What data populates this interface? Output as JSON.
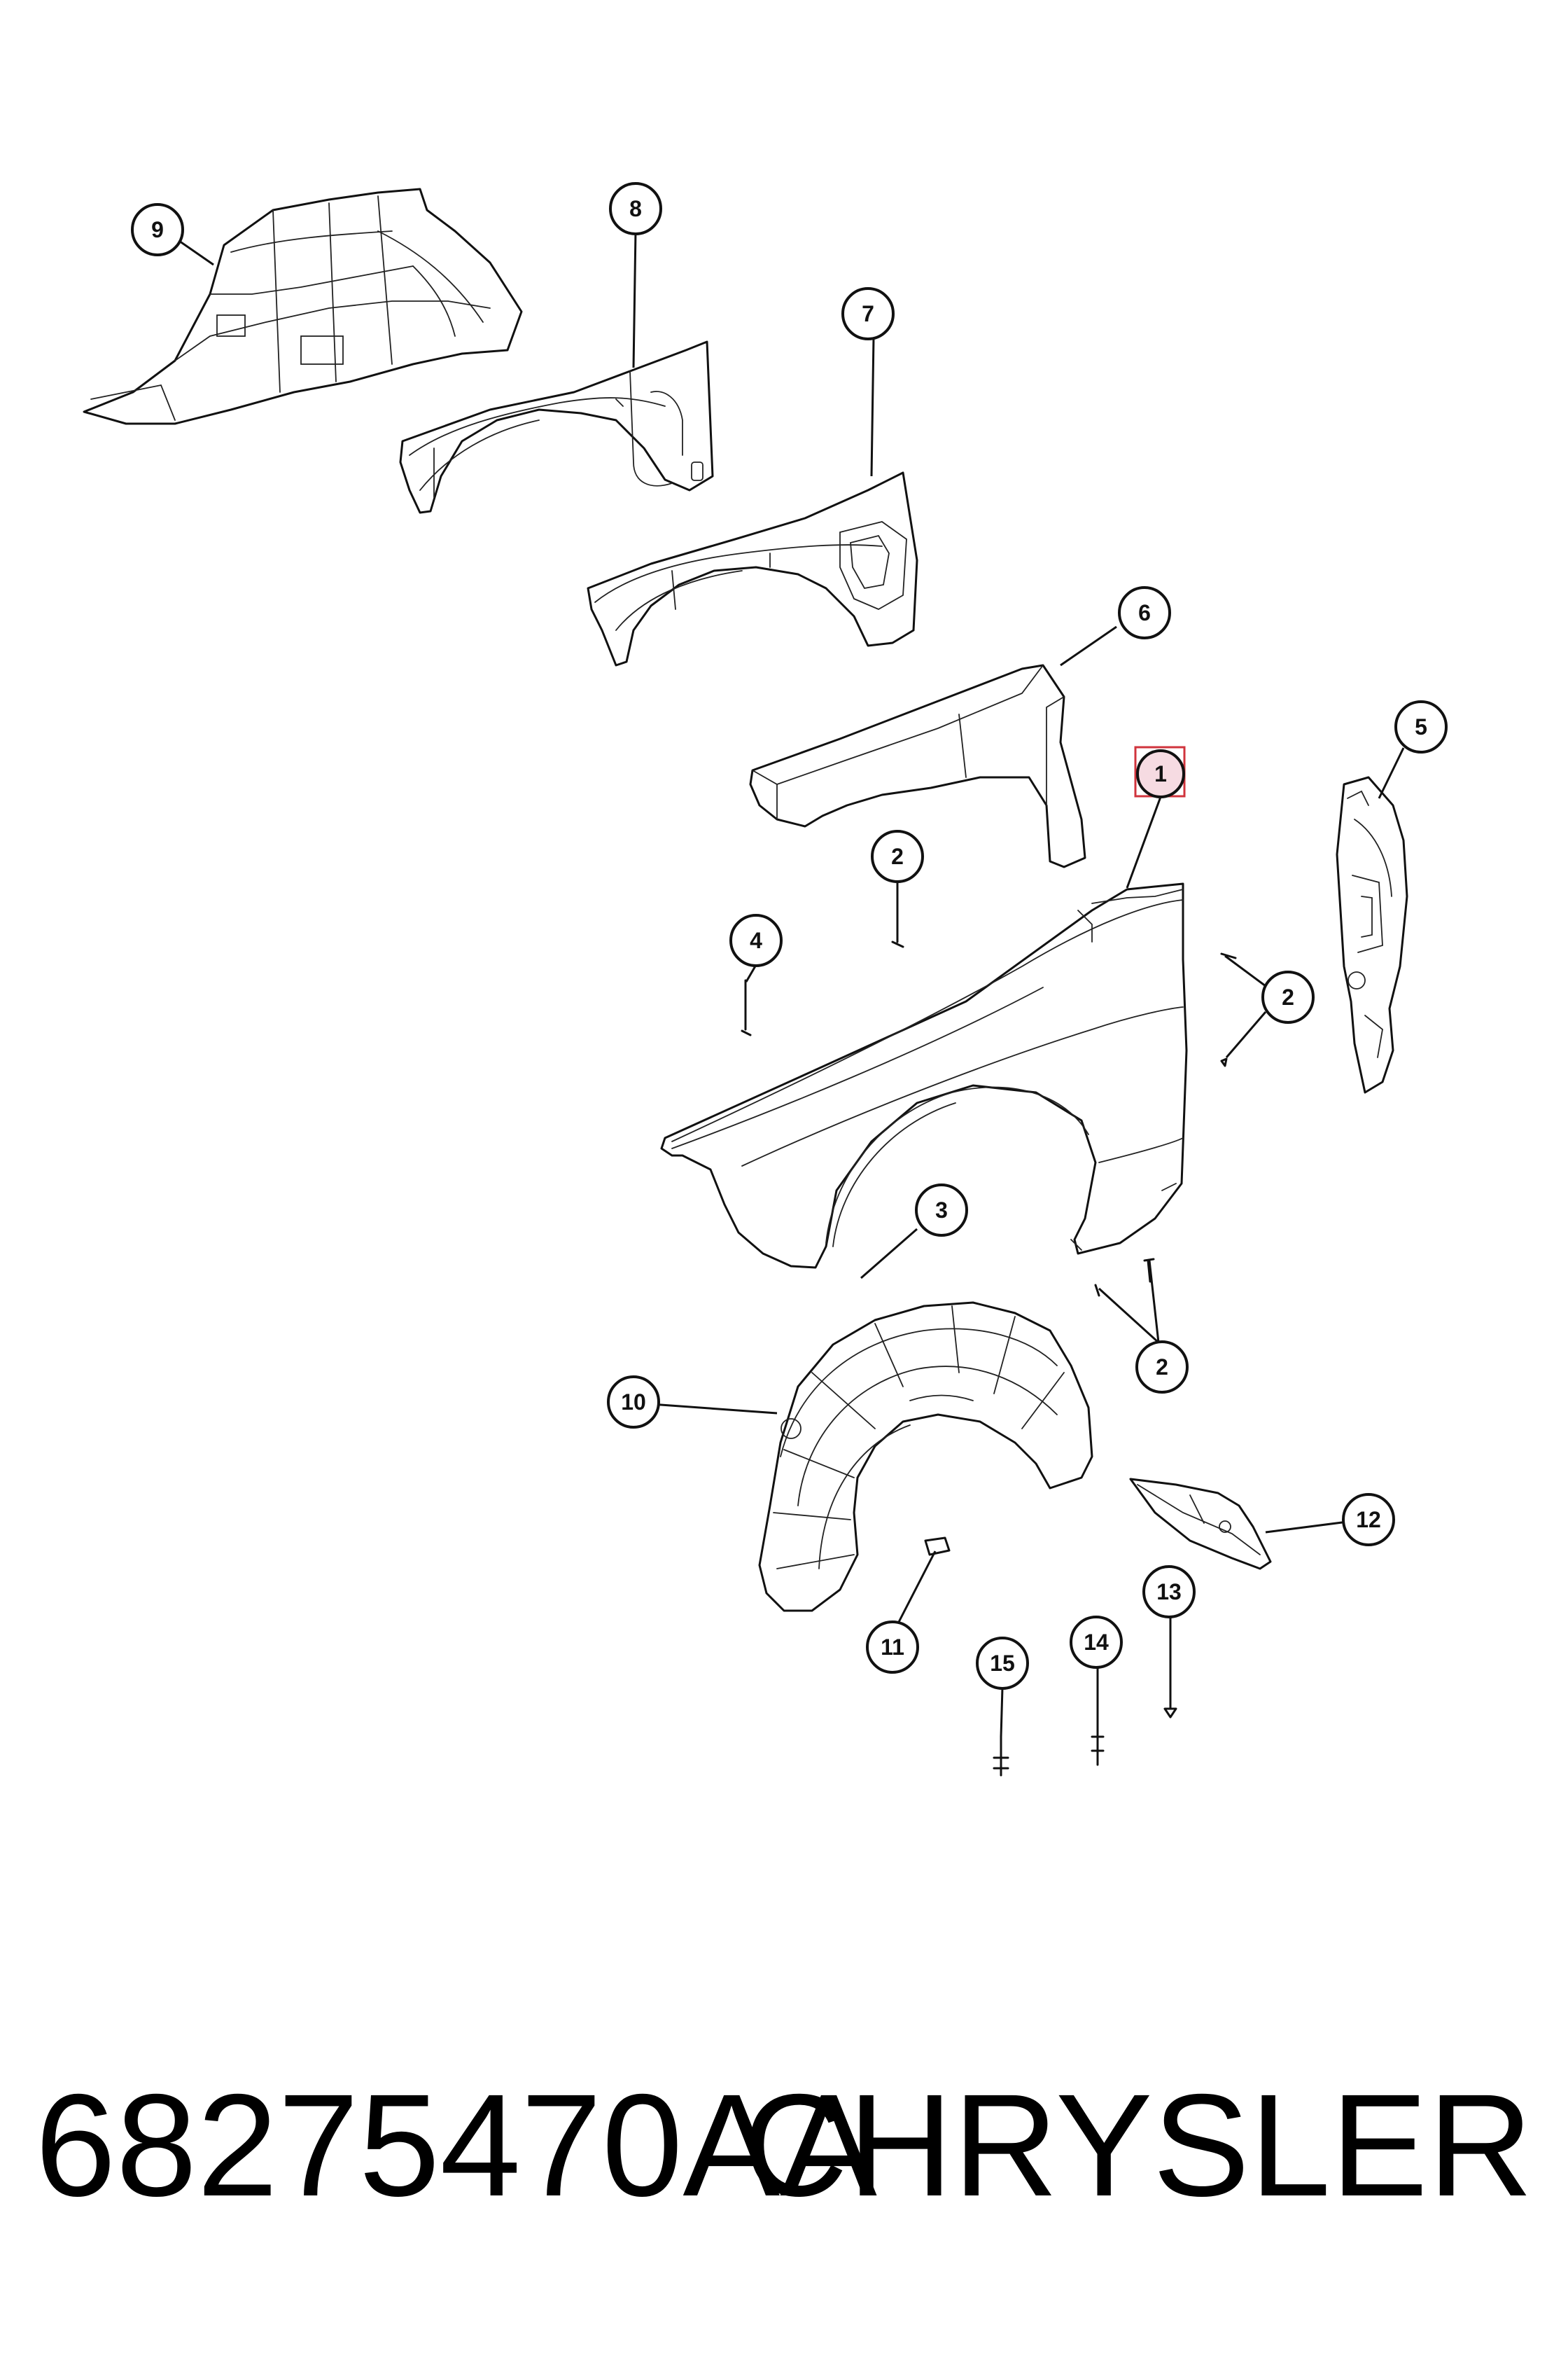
{
  "callouts": {
    "c1": "1",
    "c2a": "2",
    "c2b": "2",
    "c2c": "2",
    "c3": "3",
    "c4": "4",
    "c5": "5",
    "c6": "6",
    "c7": "7",
    "c8": "8",
    "c9": "9",
    "c10": "10",
    "c11": "11",
    "c12": "12",
    "c13": "13",
    "c14": "14",
    "c15": "15"
  },
  "highlighted_callout": "1",
  "caption": {
    "part_number": "68275470AA",
    "brand": "CHRYSLER"
  },
  "colors": {
    "line": "#111111",
    "highlight_fill": "#f6dbe2",
    "highlight_border": "#d0343d"
  }
}
